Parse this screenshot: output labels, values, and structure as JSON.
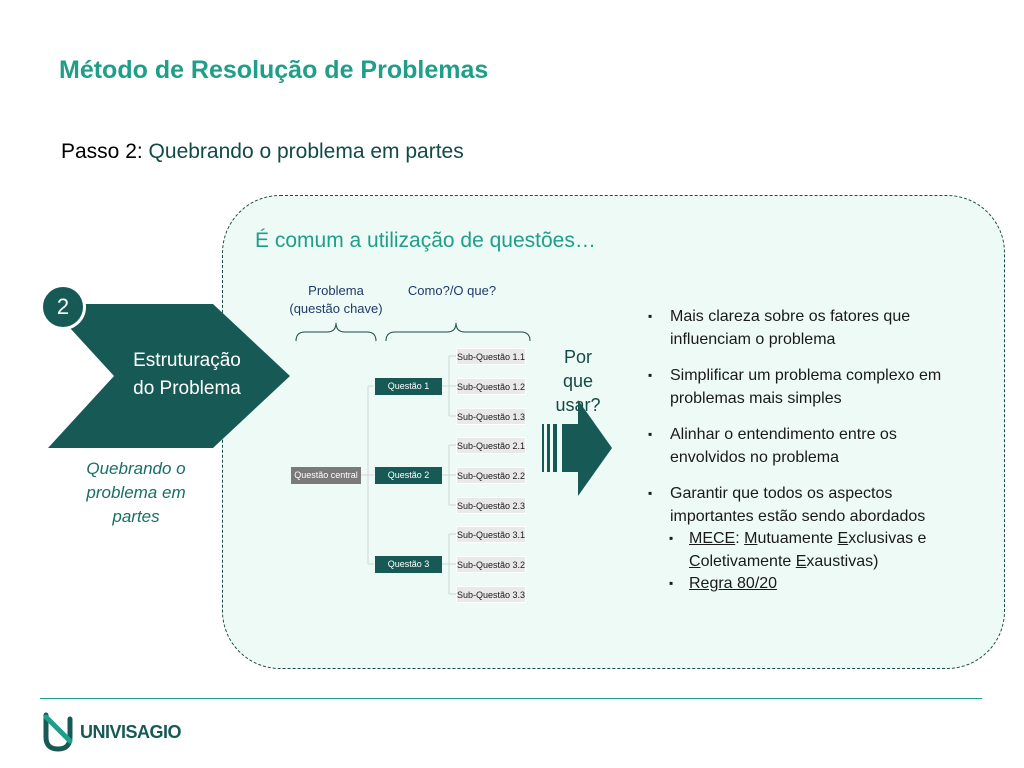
{
  "title": "Método de Resolução de Problemas",
  "subtitle": {
    "lead": "Passo 2:",
    "text": " Quebrando o problema em partes"
  },
  "panel": {
    "heading": "É comum a utilização de questões…"
  },
  "step": {
    "number": "2",
    "label_line1": "Estruturação",
    "label_line2": "do Problema",
    "caption_line1": "Quebrando o",
    "caption_line2": "problema em",
    "caption_line3": "partes"
  },
  "tree": {
    "label_problem_line1": "Problema",
    "label_problem_line2": "(questão chave)",
    "label_how": "Como?/O que?",
    "central": "Questão central",
    "questions": [
      "Questão 1",
      "Questão 2",
      "Questão 3"
    ],
    "subquestions": [
      "Sub-Questão 1.1",
      "Sub-Questão 1.2",
      "Sub-Questão 1.3",
      "Sub-Questão 2.1",
      "Sub-Questão 2.2",
      "Sub-Questão 2.3",
      "Sub-Questão 3.1",
      "Sub-Questão 3.2",
      "Sub-Questão 3.3"
    ]
  },
  "why": {
    "line1": "Por que",
    "line2": "usar?"
  },
  "benefits": [
    {
      "line1": "Mais clareza sobre os fatores que",
      "line2": "influenciam o problema"
    },
    {
      "line1": "Simplificar um problema complexo em",
      "line2": "problemas mais simples"
    },
    {
      "line1": "Alinhar o entendimento entre os",
      "line2": "envolvidos no problema"
    },
    {
      "line1": "Garantir que todos os aspectos",
      "line2": "importantes estão sendo abordados"
    }
  ],
  "sub_benefits": {
    "mece_label": "MECE",
    "mece_colon": ": ",
    "m": "M",
    "m_rest": "utuamente ",
    "e": "E",
    "e_rest": "xclusivas e",
    "c": "C",
    "c_rest": "oletivamente ",
    "e2": "E",
    "e2_rest": "xaustivas)",
    "rule": "Regra 80/20"
  },
  "footer": {
    "logo": "UNIVISAGIO"
  },
  "colors": {
    "accent": "#1f9e89",
    "dark": "#175a55",
    "panel_bg": "#eefaf6"
  }
}
